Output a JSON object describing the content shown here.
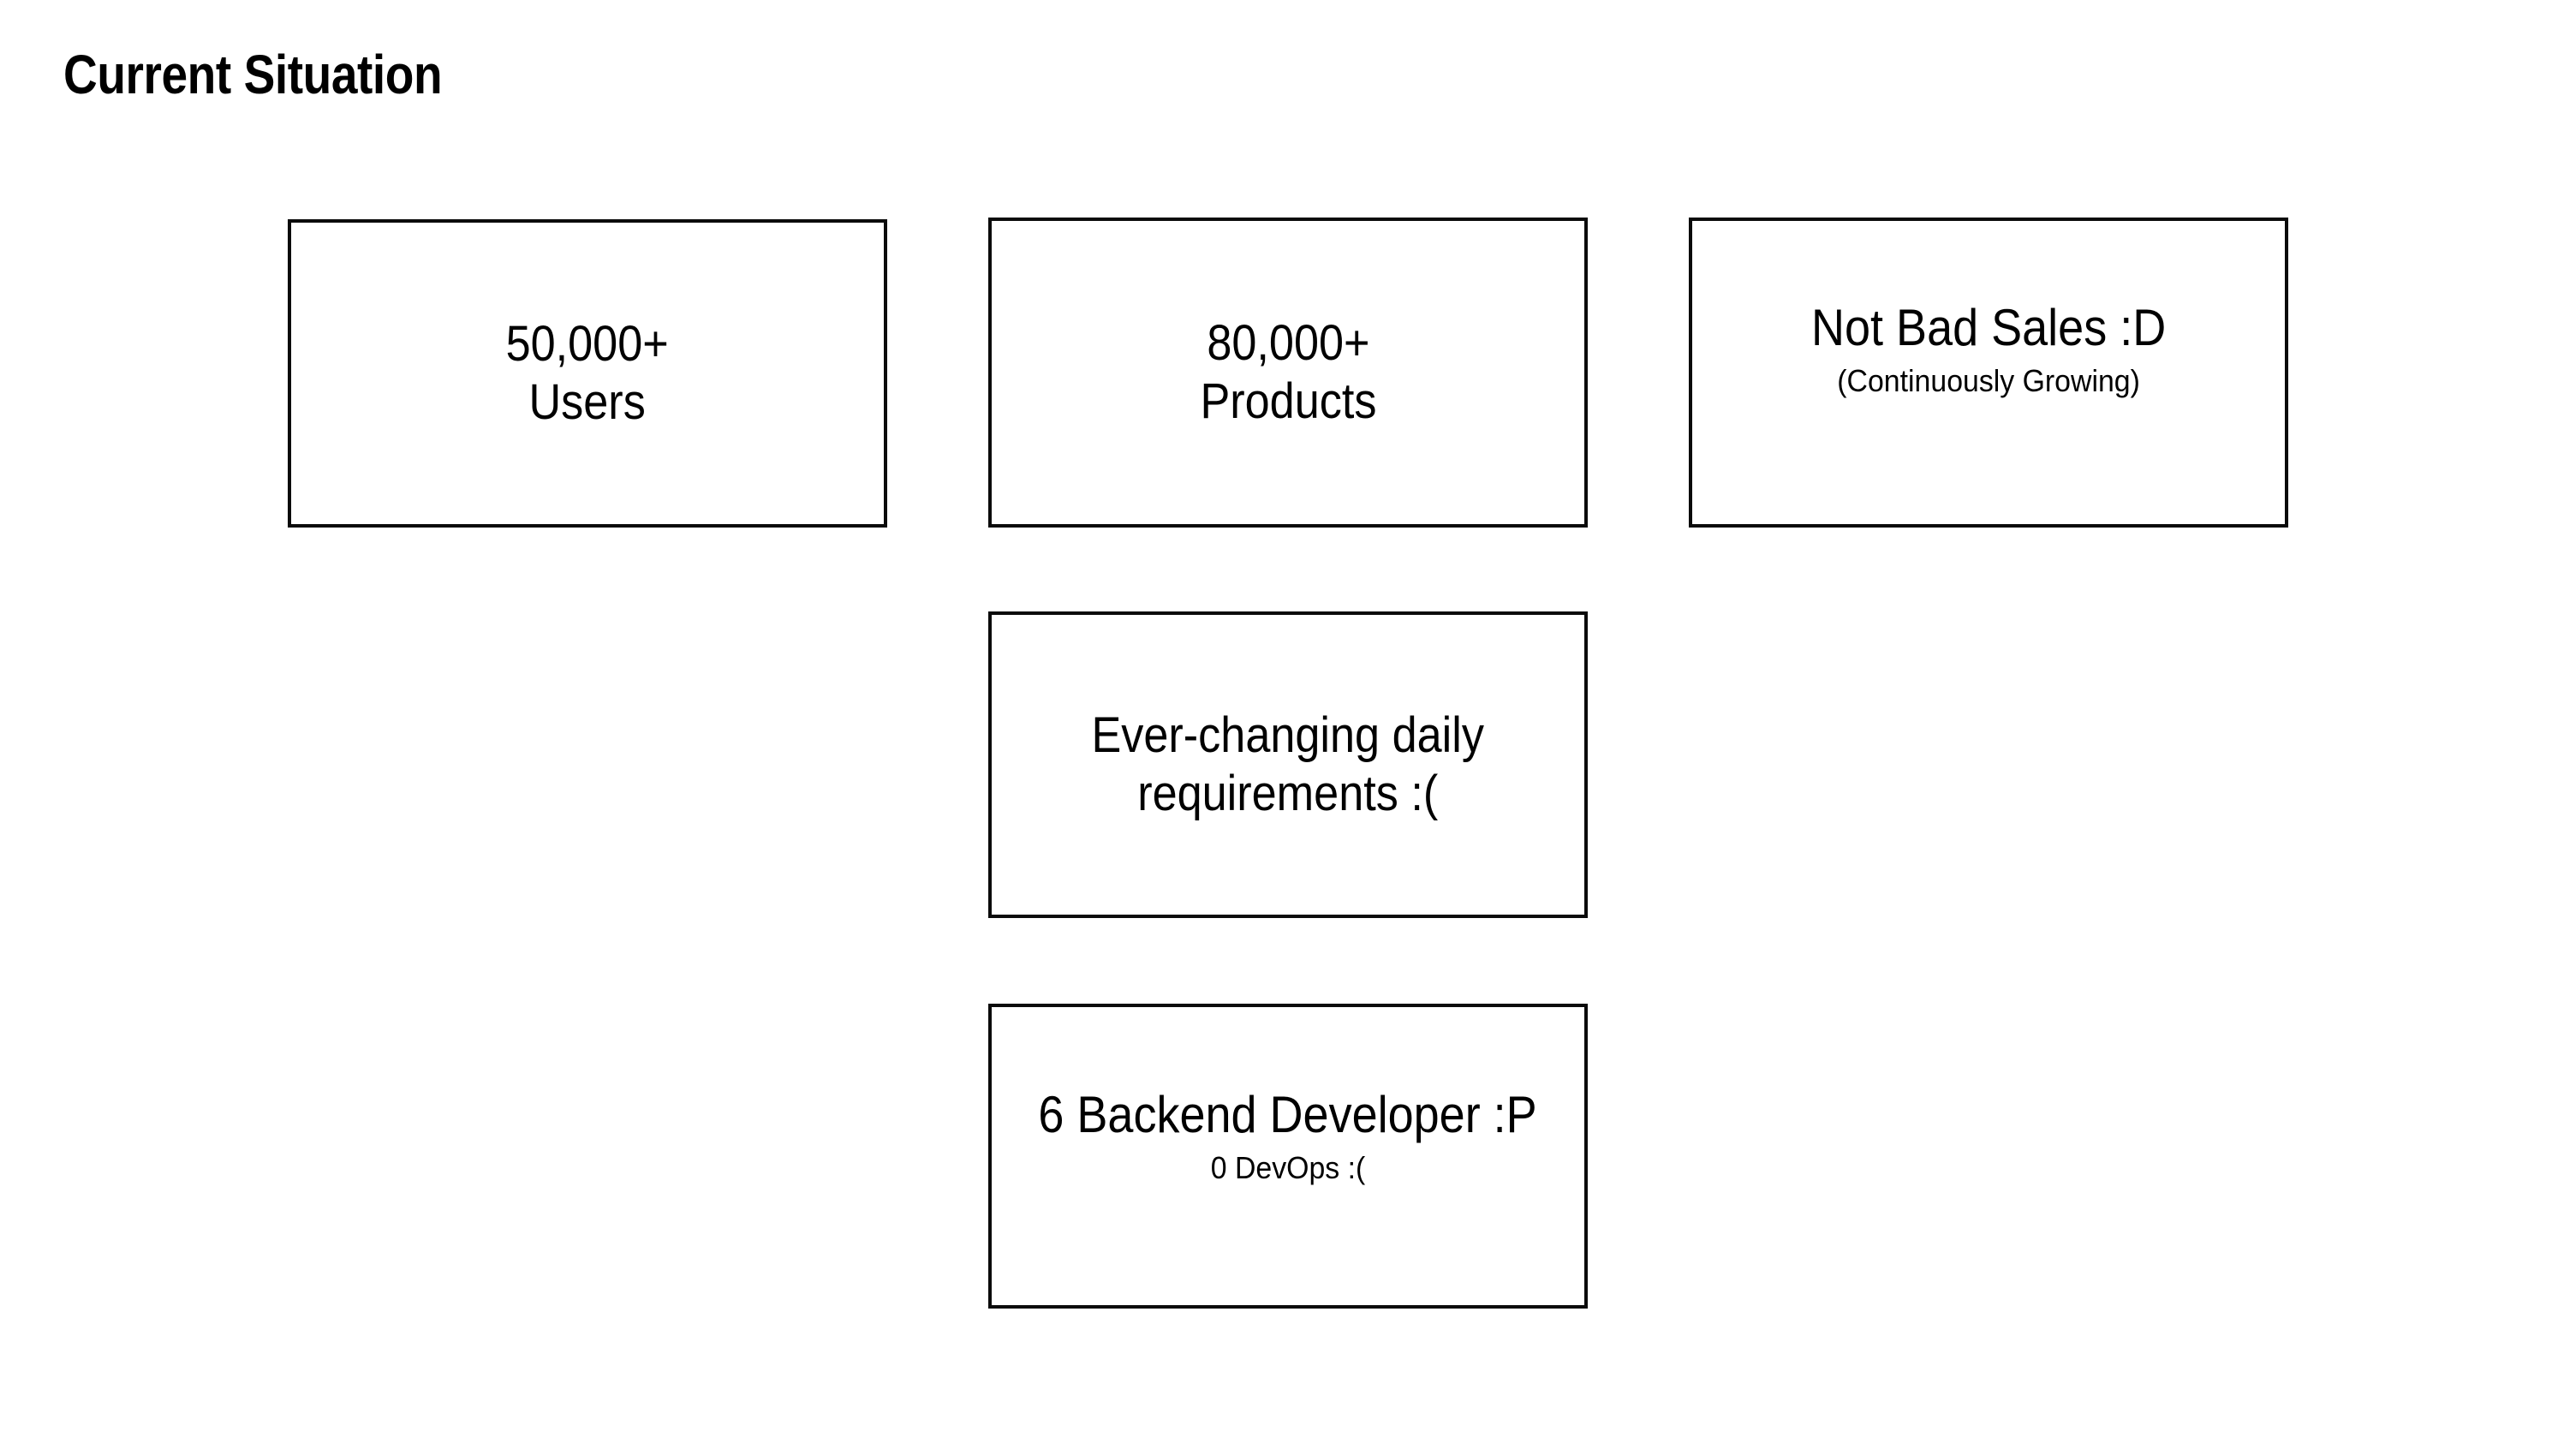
{
  "slide": {
    "title": "Current Situation",
    "background_color": "#ffffff",
    "text_color": "#000000",
    "border_color": "#0b0b0b"
  },
  "cards": [
    {
      "name": "users",
      "primary": "50,000+\nUsers",
      "secondary": ""
    },
    {
      "name": "products",
      "primary": "80,000+\nProducts",
      "secondary": ""
    },
    {
      "name": "sales",
      "primary": "Not Bad Sales :D",
      "secondary": "(Continuously Growing)"
    },
    {
      "name": "requirements",
      "primary": "Ever-changing daily\nrequirements :(",
      "secondary": ""
    },
    {
      "name": "team",
      "primary": "6 Backend Developer :P",
      "secondary": "0 DevOps :("
    }
  ]
}
